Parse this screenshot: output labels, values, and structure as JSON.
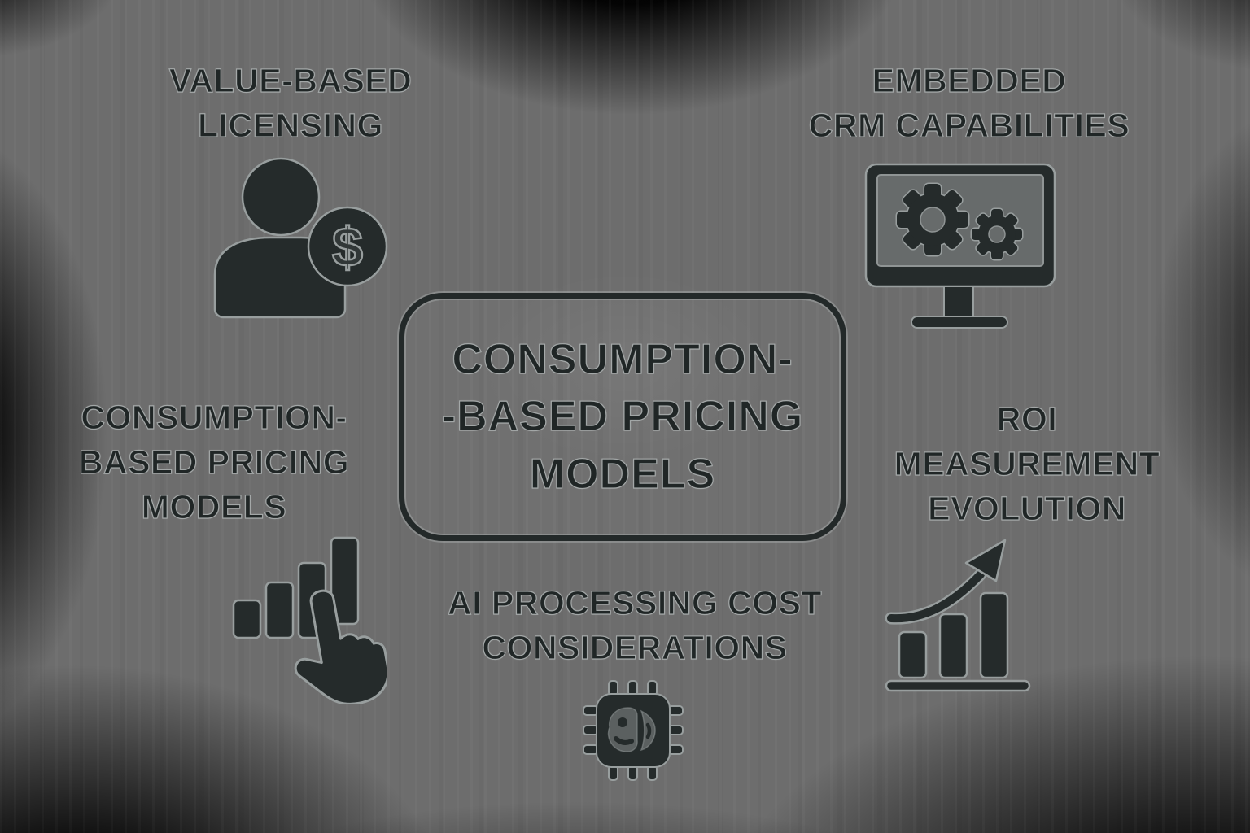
{
  "center_box": {
    "lines": [
      "CONSUMPTION-",
      "-BASED PRICING",
      "MODELS"
    ]
  },
  "nodes": [
    {
      "id": "value-based-licensing",
      "lines": [
        "VALUE-BASED",
        "LICENSING"
      ],
      "icon": "user-dollar-icon",
      "badge_symbol": "$"
    },
    {
      "id": "embedded-crm-capabilities",
      "lines": [
        "EMBEDDED",
        "CRM CAPABILITIES"
      ],
      "icon": "monitor-gears-icon"
    },
    {
      "id": "consumption-based-pricing-models",
      "lines": [
        "CONSUMPTION-",
        "BASED PRICING",
        "MODELS"
      ],
      "icon": "bar-chart-click-icon"
    },
    {
      "id": "roi-measurement-evolution",
      "lines": [
        "ROI",
        "MEASUREMENT",
        "EVOLUTION"
      ],
      "icon": "growth-chart-icon"
    },
    {
      "id": "ai-processing-cost-considerations",
      "lines": [
        "AI PROCESSING COST",
        "CONSIDERATIONS"
      ],
      "icon": "ai-chip-brain-icon"
    }
  ],
  "colors": {
    "background_gray": "#6d6d6d",
    "vignette_black": "#000000",
    "icon_fill": "#252b2b",
    "icon_outline": "#989e9e",
    "text_fill": "#202626",
    "text_outline": "#b2b6b6",
    "brain_fill": "#5b6060"
  }
}
